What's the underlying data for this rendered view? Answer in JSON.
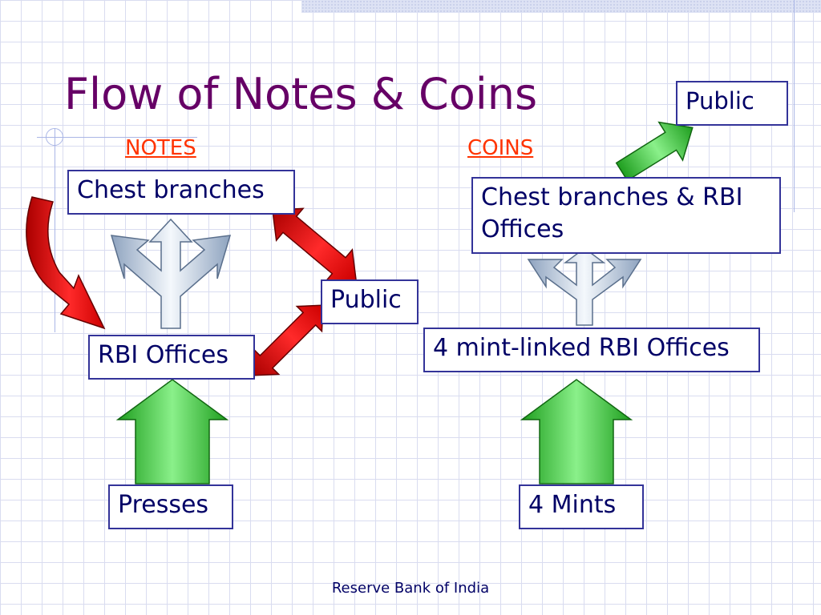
{
  "title": "Flow of Notes & Coins",
  "notes": {
    "label": "NOTES",
    "chest_branches": "Chest branches",
    "public": "Public",
    "rbi_offices": "RBI Offices",
    "presses": "Presses"
  },
  "coins": {
    "label": "COINS",
    "public": "Public",
    "chest_branches_rbi": "Chest branches & RBI Offices",
    "mint_linked_offices": "4 mint-linked RBI Offices",
    "mints": "4 Mints"
  },
  "footer": "Reserve Bank of India",
  "colors": {
    "title": "#660066",
    "section_label": "#ff3300",
    "box_border": "#333399",
    "arrow_red": "#ee1111",
    "arrow_green": "#33cc33",
    "arrow_silver": "#c9d6e6"
  },
  "icons": [
    "curved-red-arrow-icon",
    "double-red-arrow-icon",
    "split-silver-arrow-icon",
    "green-up-arrow-icon"
  ]
}
